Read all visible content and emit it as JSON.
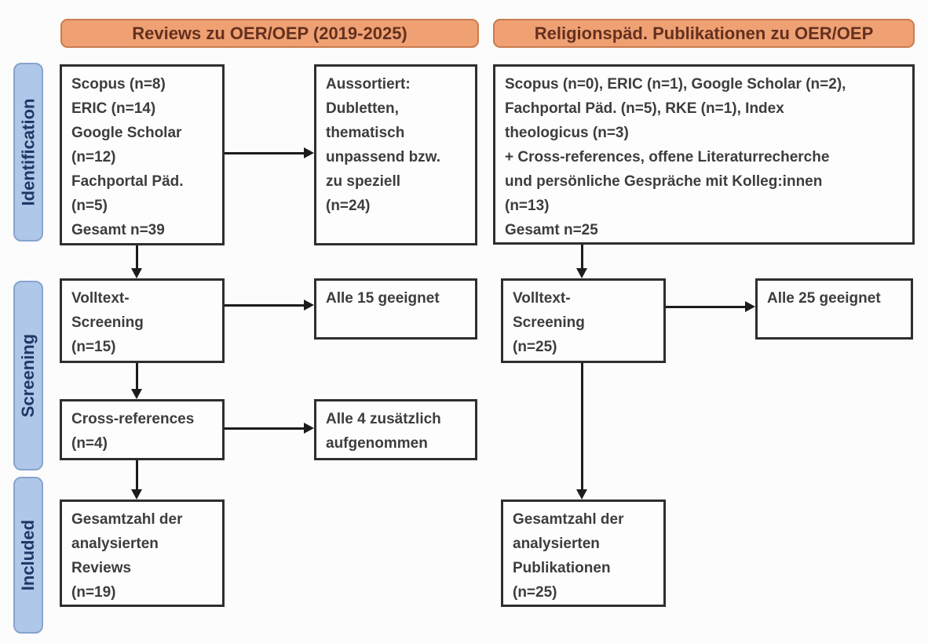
{
  "headers": {
    "left": "Reviews zu OER/OEP (2019-2025)",
    "right": "Religionspäd. Publikationen zu OER/OEP"
  },
  "stages": {
    "identification": "Identification",
    "screening": "Screening",
    "included": "Included"
  },
  "left_column": {
    "sources": "Scopus (n=8)\nERIC (n=14)\nGoogle Scholar\n(n=12)\nFachportal Päd.\n(n=5)\nGesamt n=39",
    "excluded": "Aussortiert:\nDubletten,\nthematisch\nunpassend bzw.\nzu speziell\n(n=24)",
    "fulltext": "Volltext-\nScreening\n(n=15)",
    "fulltext_result": "Alle 15 geeignet",
    "crossref": "Cross-references\n(n=4)",
    "crossref_result": "Alle 4 zusätzlich\naufgenommen",
    "included": "Gesamtzahl der\nanalysierten\nReviews\n(n=19)"
  },
  "right_column": {
    "sources": "Scopus (n=0), ERIC (n=1), Google Scholar (n=2),\nFachportal Päd. (n=5), RKE (n=1), Index\ntheologicus (n=3)\n+ Cross-references, offene Literaturrecherche\nund persönliche Gespräche mit Kolleg:innen\n(n=13)\nGesamt n=25",
    "fulltext": "Volltext-\nScreening\n(n=25)",
    "fulltext_result": "Alle 25 geeignet",
    "included": "Gesamtzahl der\nanalysierten\nPublikationen\n(n=25)"
  },
  "colors": {
    "header_fill": "#efa173",
    "header_border": "#c97c50",
    "header_text": "#64301f",
    "stage_fill": "#afc7e8",
    "stage_border": "#87a3cf",
    "stage_text": "#1f3864",
    "box_border": "#2e2e2e",
    "box_text": "#3d3d3d",
    "arrow": "#1c1c1c"
  }
}
